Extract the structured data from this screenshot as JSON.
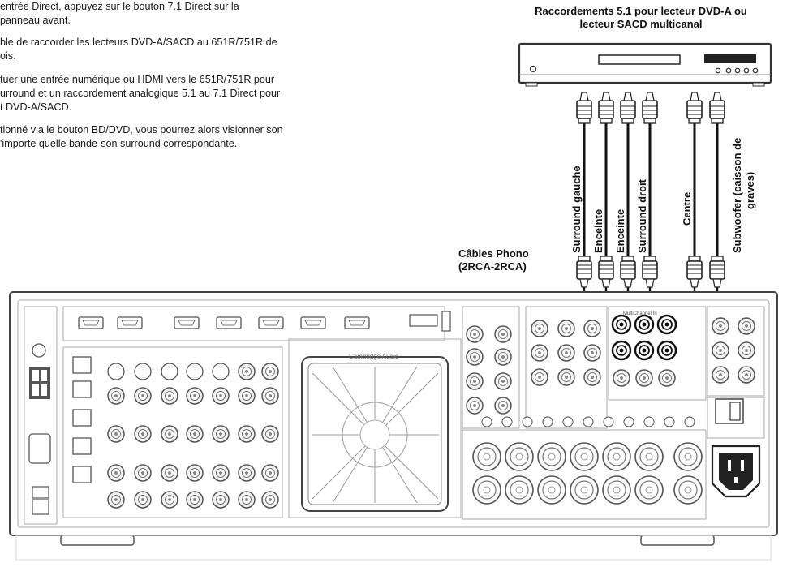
{
  "text": {
    "p1": "entrée Direct, appuyez sur le bouton 7.1 Direct sur la\npanneau avant.",
    "p2": "ble de raccorder les lecteurs DVD-A/SACD au 651R/751R de\nois.",
    "p3": "tuer une entrée numérique ou HDMI vers le 651R/751R pour\nurround et un raccordement analogique 5.1 au 7.1 Direct pour\nt DVD-A/SACD.",
    "p4": "tionné via le bouton BD/DVD, vous pourrez alors visionner son\n'importe quelle bande-son surround correspondante."
  },
  "diagram": {
    "title": "Raccordements 5.1 pour lecteur DVD-A ou\nlecteur SACD multicanal",
    "cable_caption": "Câbles Phono\n(2RCA-2RCA)",
    "cable_labels": [
      "Surround gauche",
      "Enceinte",
      "Enceinte",
      "Surround droit",
      "Centre",
      "Subwoofer (caisson de",
      "graves)"
    ],
    "receiver_brand": "Cambridge Audio",
    "panel_label": "MultiChannel In"
  }
}
